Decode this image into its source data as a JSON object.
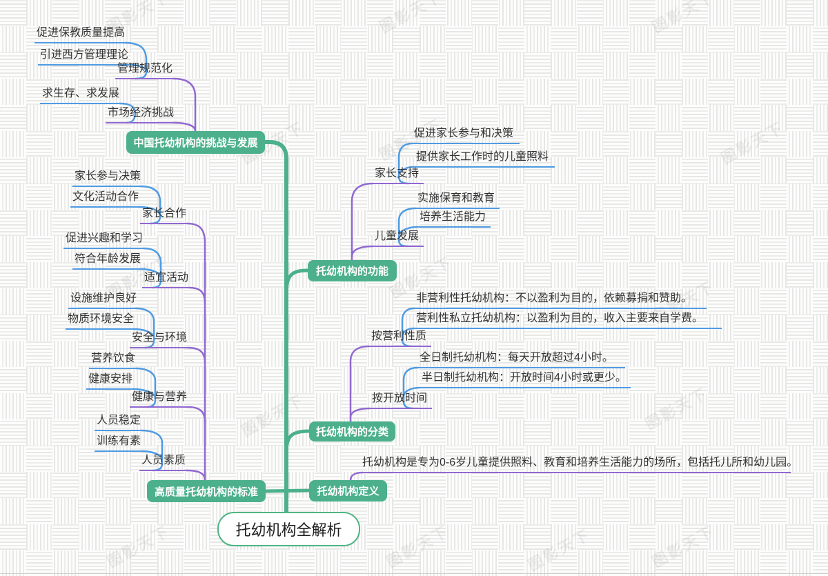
{
  "watermark": "图影天下",
  "colors": {
    "branch_green": "#4DB08D",
    "link_blue": "#4F9BE3",
    "link_purple": "#9168D1",
    "root_border_green": "#4fb583",
    "background": "#f1f1ef"
  },
  "map": {
    "root_label": "托幼机构全解析",
    "branches": [
      {
        "label": "中国托幼机构的挑战与发展",
        "subtopics": [
          {
            "label": "管理规范化",
            "leaves": [
              "促进保教质量提高",
              "引进西方管理理论"
            ]
          },
          {
            "label": "市场经济挑战",
            "leaves": [
              "求生存、求发展"
            ]
          }
        ]
      },
      {
        "label": "托幼机构的功能",
        "subtopics": [
          {
            "label": "家长支持",
            "leaves": [
              "促进家长参与和决策",
              "提供家长工作时的儿童照料"
            ]
          },
          {
            "label": "儿童发展",
            "leaves": [
              "实施保育和教育",
              "培养生活能力"
            ]
          }
        ]
      },
      {
        "label": "托幼机构的分类",
        "subtopics": [
          {
            "label": "按营利性质",
            "leaves": [
              "非营利性托幼机构：不以盈利为目的，依赖募捐和赞助。",
              "营利性私立托幼机构：以盈利为目的，收入主要来自学费。"
            ]
          },
          {
            "label": "按开放时间",
            "leaves": [
              "全日制托幼机构：每天开放超过4小时。",
              "半日制托幼机构：开放时间4小时或更少。"
            ]
          }
        ]
      },
      {
        "label": "托幼机构定义",
        "leaves": [
          "托幼机构是专为0-6岁儿童提供照料、教育和培养生活能力的场所，包括托儿所和幼儿园。"
        ]
      },
      {
        "label": "高质量托幼机构的标准",
        "subtopics": [
          {
            "label": "家长合作",
            "leaves": [
              "家长参与决策",
              "文化活动合作"
            ]
          },
          {
            "label": "适宜活动",
            "leaves": [
              "促进兴趣和学习",
              "符合年龄发展"
            ]
          },
          {
            "label": "安全与环境",
            "leaves": [
              "设施维护良好",
              "物质环境安全"
            ]
          },
          {
            "label": "健康与营养",
            "leaves": [
              "营养饮食",
              "健康安排"
            ]
          },
          {
            "label": "人员素质",
            "leaves": [
              "人员稳定",
              "训练有素"
            ]
          }
        ]
      }
    ]
  }
}
